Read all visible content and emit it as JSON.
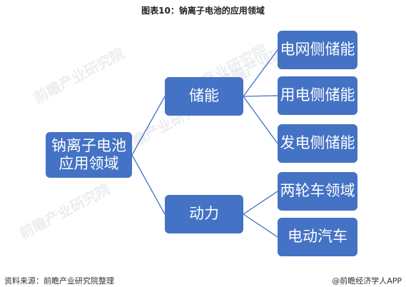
{
  "title": "图表10：钠离子电池的应用领域",
  "root": {
    "label": "钠离子电池\n应用领域"
  },
  "branches": [
    {
      "label": "储能",
      "children": [
        "电网侧储能",
        "用电侧储能",
        "发电侧储能"
      ]
    },
    {
      "label": "动力",
      "children": [
        "两轮车领域",
        "电动汽车"
      ]
    }
  ],
  "footer": {
    "source": "资料来源：前瞻产业研究院整理",
    "brand": "@前瞻经济学人APP"
  },
  "watermark": "前瞻产业研究院",
  "colors": {
    "node_fill": "#4472c4",
    "connector": "#4472c4",
    "text": "#ffffff"
  }
}
